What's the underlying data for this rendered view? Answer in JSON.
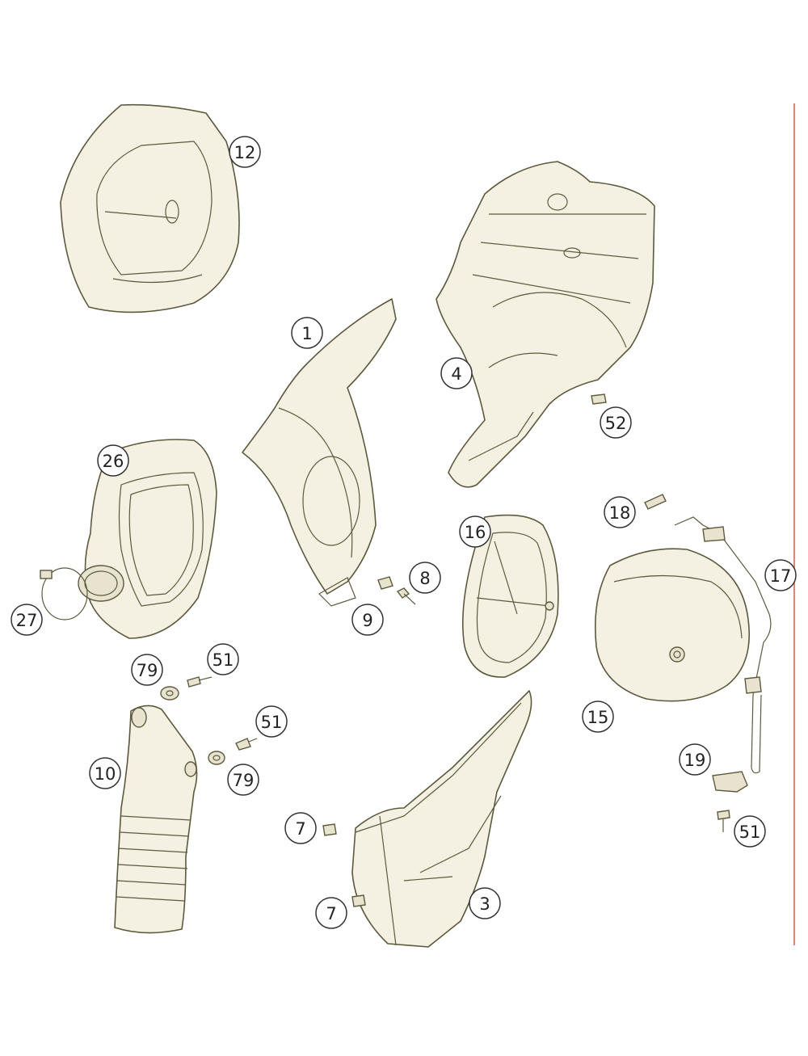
{
  "diagram": {
    "type": "exploded-parts-diagram",
    "colors": {
      "line": "#5c5a3c",
      "fill": "#f4f0e2",
      "border": "#e35a4a",
      "text": "#222222"
    },
    "callouts": [
      {
        "id": "c12a",
        "label": "12",
        "part": "air-filter-cover-foam"
      },
      {
        "id": "c1",
        "label": "1",
        "part": "left-airbox-side-panel"
      },
      {
        "id": "c4",
        "label": "4",
        "part": "airbox"
      },
      {
        "id": "c52",
        "label": "52",
        "part": "screw"
      },
      {
        "id": "c26",
        "label": "26",
        "part": "intake-boot"
      },
      {
        "id": "c27",
        "label": "27",
        "part": "hose-clamp"
      },
      {
        "id": "c8",
        "label": "8",
        "part": "screw"
      },
      {
        "id": "c9",
        "label": "9",
        "part": "clip"
      },
      {
        "id": "c16",
        "label": "16",
        "part": "filter-cage"
      },
      {
        "id": "c18",
        "label": "18",
        "part": "pin"
      },
      {
        "id": "c17",
        "label": "17",
        "part": "retaining-wire"
      },
      {
        "id": "c15",
        "label": "15",
        "part": "air-filter"
      },
      {
        "id": "c79a",
        "label": "79",
        "part": "washer"
      },
      {
        "id": "c51a",
        "label": "51",
        "part": "screw"
      },
      {
        "id": "c51b",
        "label": "51",
        "part": "screw"
      },
      {
        "id": "c79b",
        "label": "79",
        "part": "washer"
      },
      {
        "id": "c10",
        "label": "10",
        "part": "intake-duct"
      },
      {
        "id": "c19",
        "label": "19",
        "part": "holder"
      },
      {
        "id": "c51c",
        "label": "51",
        "part": "screw"
      },
      {
        "id": "c7a",
        "label": "7",
        "part": "screw"
      },
      {
        "id": "c7b",
        "label": "7",
        "part": "screw"
      },
      {
        "id": "c3",
        "label": "3",
        "part": "right-side-cover"
      }
    ]
  }
}
